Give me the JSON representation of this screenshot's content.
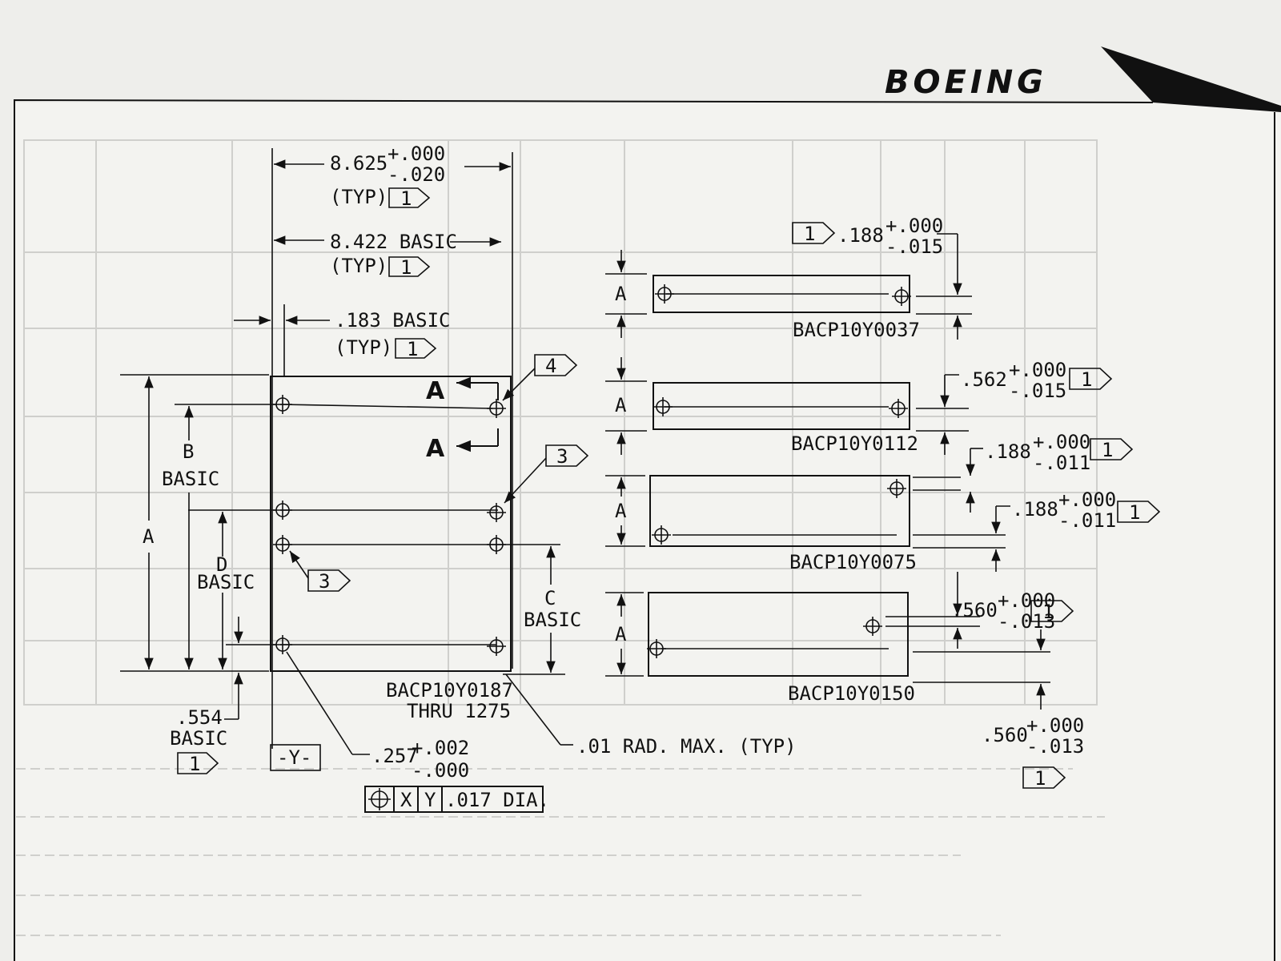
{
  "header": {
    "logo_text": "BOEING"
  },
  "left_view": {
    "dim_width": {
      "value": "8.625",
      "tol_upper": "+.000",
      "tol_lower": "-.020",
      "note": "(TYP)",
      "flag": "1"
    },
    "dim_basic_width": {
      "value": "8.422 BASIC",
      "note": "(TYP)",
      "flag": "1"
    },
    "dim_offset": {
      "value": ".183 BASIC",
      "note": "(TYP)",
      "flag": "1"
    },
    "section_label_top": "A",
    "section_label_bottom": "A",
    "flag_4": "4",
    "flag_3_upper": "3",
    "flag_3_lower": "3",
    "dim_A": "A",
    "dim_B": "B",
    "dim_B_basic": "BASIC",
    "dim_D": "D",
    "dim_D_basic": "BASIC",
    "dim_C": "C",
    "dim_C_basic": "BASIC",
    "dim_bottom": {
      "value": ".554",
      "basic": "BASIC",
      "flag": "1"
    },
    "datum_y": "-Y-",
    "part_number": "BACP10Y0187",
    "part_range": "THRU 1275",
    "hole_dia": {
      "value": ".257",
      "tol_upper": "+.002",
      "tol_lower": "-.000"
    },
    "corner_radius": ".01 RAD. MAX. (TYP)",
    "fcf": {
      "x": "X",
      "y": "Y",
      "tol": ".017 DIA."
    }
  },
  "right_views": [
    {
      "part": "BACP10Y0037",
      "dim_label": "A",
      "offset": ".188",
      "tol_upper": "+.000",
      "tol_lower": "-.015",
      "flag": "1"
    },
    {
      "part": "BACP10Y0112",
      "dim_label": "A",
      "offset": ".562",
      "tol_upper": "+.000",
      "tol_lower": "-.015",
      "flag": "1"
    },
    {
      "part": "BACP10Y0075",
      "dim_label": "A",
      "offset_top": ".188",
      "tol_top_upper": "+.000",
      "tol_top_lower": "-.011",
      "offset_bottom": ".188",
      "tol_bottom_upper": "+.000",
      "tol_bottom_lower": "-.011",
      "flag": "1"
    },
    {
      "part": "BACP10Y0150",
      "dim_label": "A",
      "offset_top": ".560",
      "tol_top_upper": "+.000",
      "tol_top_lower": "-.013",
      "offset_bottom": ".560",
      "tol_bottom_upper": "+.000",
      "tol_bottom_lower": "-.013",
      "flag": "1"
    }
  ],
  "colors": {
    "paper": "#f3f3f0",
    "ink": "#111111",
    "bleed": "#cfcfcc"
  }
}
